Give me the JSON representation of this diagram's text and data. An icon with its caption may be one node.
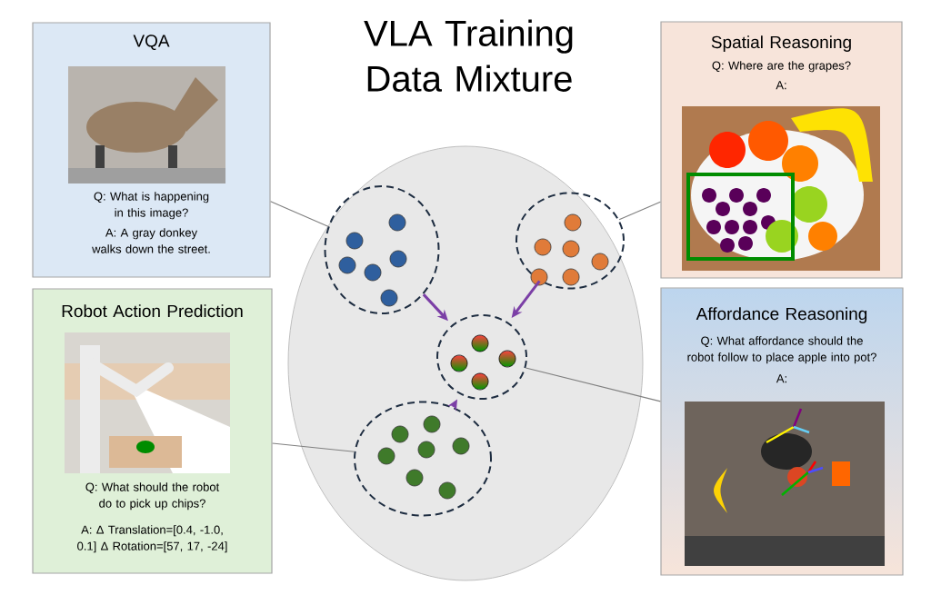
{
  "diagram": {
    "title": "VLA Training Data Mixture",
    "nodes": [
      {
        "text": [
          "VQA",
          "Q: What is happening in this image?",
          "A: A gray donkey walks down the street."
        ]
      },
      {
        "text": [
          "Spatial Reasoning",
          "Q: Where are the grapes?",
          "A:"
        ]
      },
      {
        "text": [],
        "shape": "circle"
      },
      {
        "text": [],
        "shape": "cloud",
        "in": 2
      },
      {
        "text": [],
        "shape": "cloud",
        "in": 2
      },
      {
        "text": [],
        "shape": "cloud",
        "in": 2
      },
      {
        "text": [],
        "shape": "cloud",
        "in": 2
      },
      {
        "text": [
          "Robot Action Prediction",
          "Q: What should the robot do to pick up chips?",
          "A: Δ Translation=[0.4, -1.0, 0.1] Δ Rotation=[57, 17, -24]"
        ]
      },
      {
        "text": [
          "Affordance Reasoning",
          "Q: What affordance should the robot follow to place apple into pot?",
          "A:"
        ]
      }
    ],
    "edges": [
      {
        "from": 0,
        "to": 3,
        "arrow": "none"
      },
      {
        "from": 1,
        "to": 4,
        "arrow": "none"
      },
      {
        "from": 7,
        "to": 6,
        "arrow": "none"
      },
      {
        "from": 8,
        "to": 5,
        "arrow": "none"
      },
      {
        "from": 3,
        "to": 5,
        "arrow": "to",
        "style": "thick",
        "color": "#7b3fa6"
      },
      {
        "from": 4,
        "to": 5,
        "arrow": "to",
        "style": "thick",
        "color": "#7b3fa6"
      },
      {
        "from": 6,
        "to": 5,
        "arrow": "to",
        "style": "thick",
        "color": "#7b3fa6"
      }
    ]
  }
}
